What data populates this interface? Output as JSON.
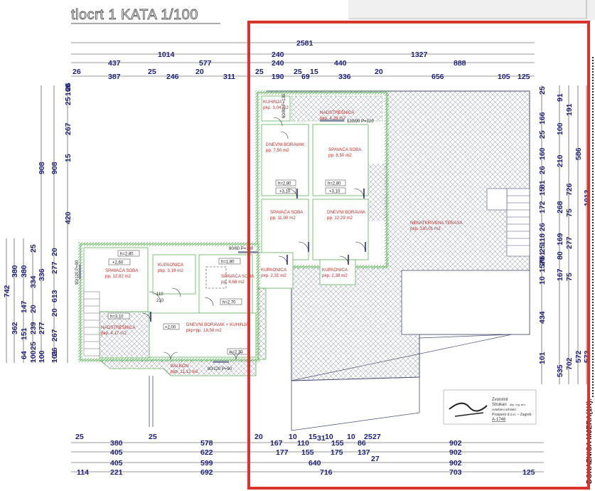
{
  "title": "tlocrt 1 KATA 1/100",
  "side_label": "DOKAZNICA MJERA(1K):",
  "highlight_color": "#d9342b",
  "dim_color": "#1c1f7a",
  "room_color": "#c0302a",
  "wall_color": "#5fb35a",
  "top_dims": {
    "row1": [
      "2581"
    ],
    "row2": [
      "1014",
      "240",
      "1327"
    ],
    "row3": [
      "437",
      "577",
      "240",
      "440",
      "888"
    ],
    "row4": [
      "26",
      "387",
      "25",
      "246",
      "20",
      "311",
      "25",
      "190",
      "25",
      "69",
      "15",
      "336",
      "20",
      "656",
      "105",
      "125"
    ]
  },
  "bottom_dims": {
    "row1": [
      "25",
      "380",
      "25",
      "578",
      "20",
      "167",
      "10",
      "110",
      "15",
      "31",
      "10",
      "155",
      "10",
      "86",
      "25",
      "27",
      "902"
    ],
    "row2": [
      "405",
      "622",
      "177",
      "155",
      "175",
      "137",
      "27",
      "902"
    ],
    "row3": [
      "405",
      "599",
      "640",
      "902"
    ],
    "row4": [
      "114",
      "221",
      "692",
      "716",
      "703",
      "125"
    ]
  },
  "left_dims": {
    "col1": [
      "742"
    ],
    "col2": [
      "362",
      "380"
    ],
    "col3": [
      "64",
      "151",
      "147",
      "380"
    ],
    "col4": [
      "100",
      "25",
      "239",
      "20",
      "334",
      "25"
    ],
    "col5": [
      "100",
      "277",
      "336",
      "908"
    ],
    "col6": [
      "101",
      "26",
      "267",
      "20",
      "613",
      "277",
      "20",
      "908"
    ],
    "col7": [
      "420",
      "15",
      "267",
      "25",
      "160",
      "26"
    ]
  },
  "right_dims": {
    "col1": [
      "101",
      "434",
      "10",
      "157",
      "20",
      "61",
      "25",
      "118",
      "26",
      "172",
      "15",
      "81",
      "26",
      "160",
      "25",
      "166",
      "25"
    ],
    "col2": [
      "535",
      "167",
      "80",
      "169",
      "268",
      "210",
      "100",
      "91"
    ],
    "col3": [
      "702",
      "75",
      "277",
      "75",
      "726",
      "191"
    ],
    "col4": [
      "572",
      "586"
    ],
    "col5": [
      "572",
      "1013"
    ]
  },
  "rooms": [
    {
      "name": "KUHINJA",
      "area": "pkp. 3,04 m2"
    },
    {
      "name": "NADSTREŠNICA",
      "area": "pkp. 4,28 m2"
    },
    {
      "name": "DNEVNI BORAVAK",
      "area": "pp. 7,50 m2"
    },
    {
      "name": "SPAVAĆA SOBA",
      "area": "pp. 8,50 m2"
    },
    {
      "name": "SPAVAĆA SOBA",
      "area": "pp. 11,90 m2"
    },
    {
      "name": "DNEVNI BORAVAK",
      "area": "pp. 12,29 m2"
    },
    {
      "name": "KUPAONICA",
      "area": "pkp. 2,31 m2"
    },
    {
      "name": "KUPAONICA",
      "area": "pkp. 2,38 m2"
    },
    {
      "name": "NENATKRIVENA TERASA",
      "area": "pkp. 130,01 m2"
    },
    {
      "name": "SPAVAĆA SOBA",
      "area": "pp. 12,82 m2"
    },
    {
      "name": "KUPAONICA",
      "area": "pkp. 3,19 m2"
    },
    {
      "name": "SPAVAĆA SOBA",
      "area": "pp. 8,68 m2"
    },
    {
      "name": "NADSTREŠNICA",
      "area": "pkp. 4,17 m2"
    },
    {
      "name": "DNEVNI BORAVAK + KUHINJA",
      "area": "pkp+pp. 18,56 m2"
    },
    {
      "name": "BALKON",
      "area": "pkp. 11,12 m2"
    }
  ],
  "level_tags": {
    "h280a": "h=2,80",
    "p310a": "+3,10",
    "h280b": "h=2,80",
    "p310b": "+3,10",
    "h280c": "h=2,80",
    "p260": "+2,60",
    "h180": "h=1,80",
    "h270": "h=2,70",
    "h310": "h=3,10",
    "p200": "+2,00",
    "h230": "h=2,30"
  },
  "openings": {
    "w1": "60/80 P=130",
    "w2": "120/90 P=120",
    "w3": "80/60 P=180",
    "w4": "90/120 P=90",
    "w5": "80/120 P=90",
    "d1": "110",
    "d1b": "210"
  },
  "stamp": {
    "line1": "Zvonimir",
    "line2": "Strukan",
    "line2b": "dipl. ing. arh.",
    "line3": "ovlašteni arhitekt",
    "line4": "Prospero d.o.o. – Zagreb",
    "line5": "A-1746"
  }
}
